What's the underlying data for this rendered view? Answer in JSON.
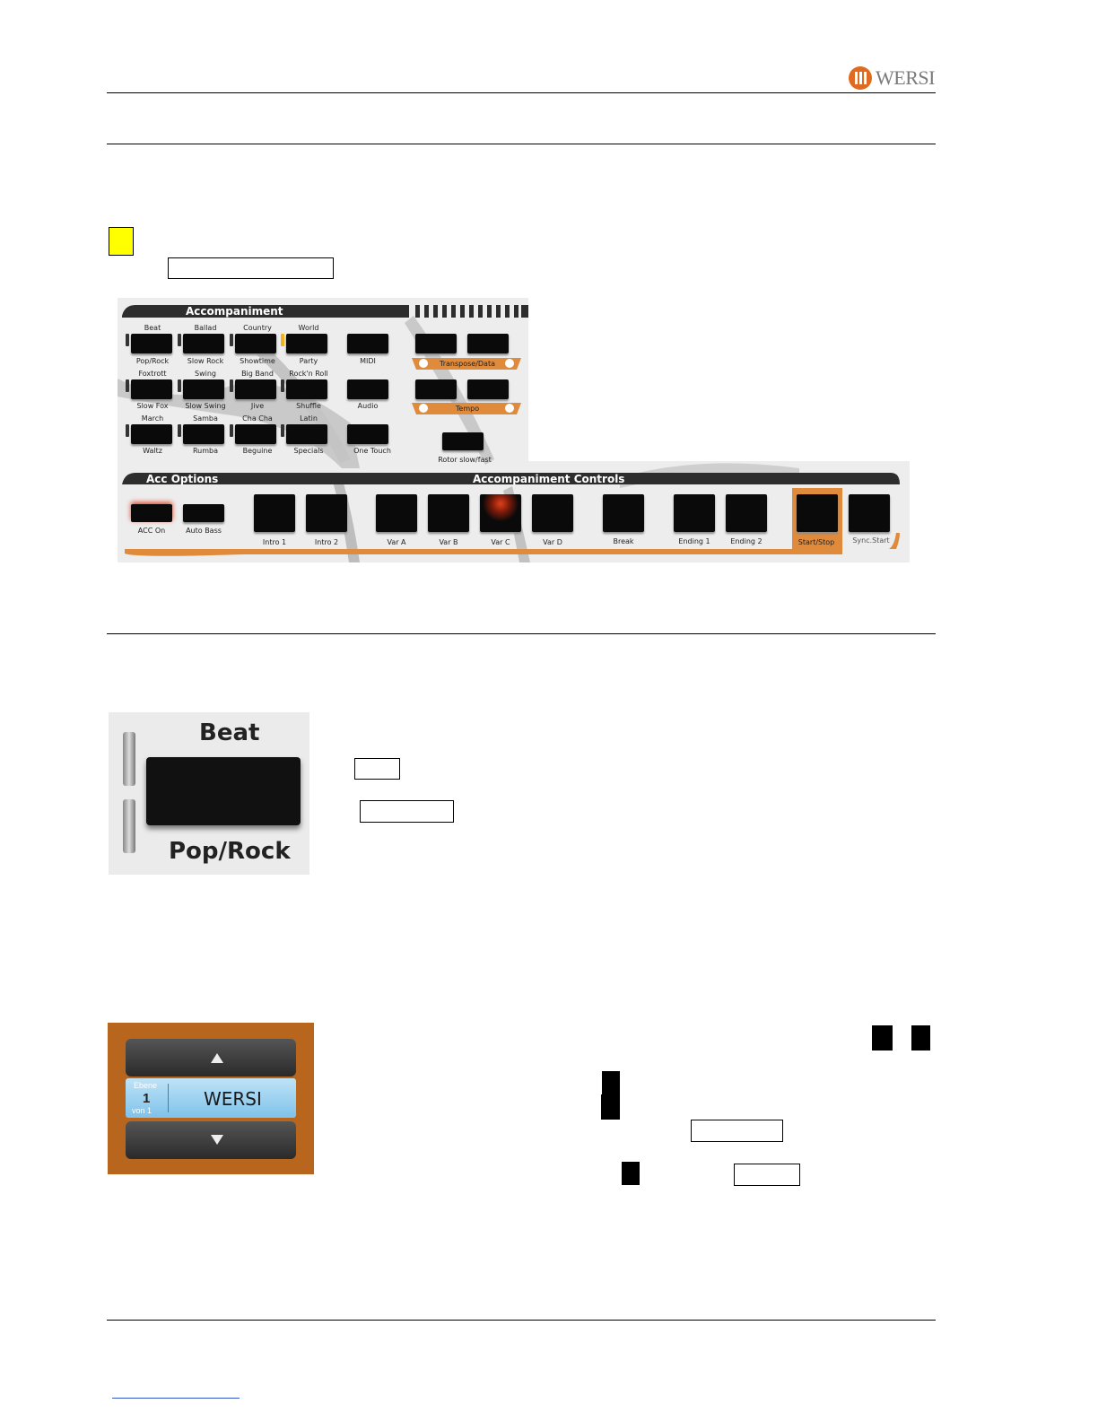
{
  "brand": {
    "name": "WERSI"
  },
  "panel": {
    "accompaniment_title": "Accompaniment",
    "acc_options_title": "Acc Options",
    "acc_controls_title": "Accompaniment Controls",
    "style_top": [
      "Beat",
      "Ballad",
      "Country",
      "World",
      "Foxtrott",
      "Swing",
      "Big Band",
      "Rock'n Roll",
      "March",
      "Samba",
      "Cha Cha",
      "Latin"
    ],
    "style_bottom": [
      "Pop/Rock",
      "Slow Rock",
      "Showtime",
      "Party",
      "Slow Fox",
      "Slow Swing",
      "Jive",
      "Shuffle",
      "Waltz",
      "Rumba",
      "Beguine",
      "Specials"
    ],
    "side_buttons": [
      "MIDI",
      "Audio",
      "One Touch"
    ],
    "transpose_label": "Transpose/Data",
    "tempo_label": "Tempo",
    "rotor_label": "Rotor slow/fast",
    "acc_option_buttons": [
      "ACC On",
      "Auto Bass"
    ],
    "control_buttons": [
      "Intro 1",
      "Intro 2",
      "Var A",
      "Var B",
      "Var C",
      "Var D",
      "Break",
      "Ending 1",
      "Ending  2",
      "Start/Stop",
      "Sync.Start"
    ]
  },
  "beat_image": {
    "top_label": "Beat",
    "bottom_label": "Pop/Rock"
  },
  "display_image": {
    "level_label": "Ebene",
    "level_value": "1",
    "level_total": "von 1",
    "name": "WERSI"
  },
  "colors": {
    "accent": "#e08a3c",
    "panel_dark": "#2d2d2d",
    "display_bg": "#b8651d",
    "marker": "#ffff00"
  }
}
